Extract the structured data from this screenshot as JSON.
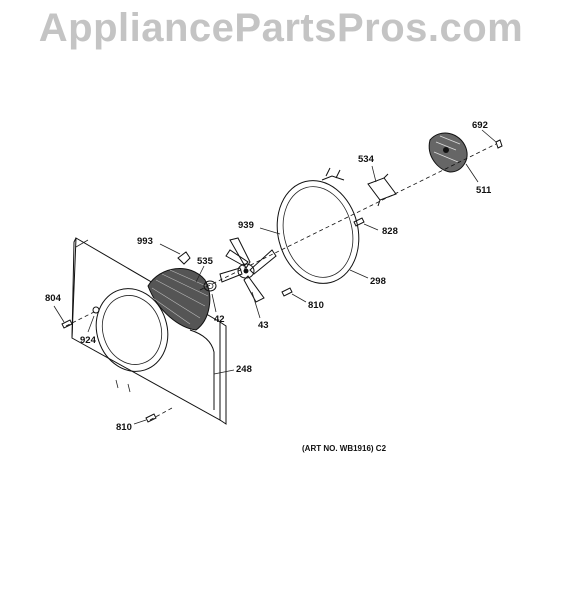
{
  "watermark": "AppliancePartsPros.com",
  "art_number": "(ART NO. WB1916) C2",
  "parts": [
    {
      "id": "692"
    },
    {
      "id": "534"
    },
    {
      "id": "511"
    },
    {
      "id": "828"
    },
    {
      "id": "939"
    },
    {
      "id": "993"
    },
    {
      "id": "535"
    },
    {
      "id": "298"
    },
    {
      "id": "804"
    },
    {
      "id": "42"
    },
    {
      "id": "810"
    },
    {
      "id": "43"
    },
    {
      "id": "924"
    },
    {
      "id": "248"
    },
    {
      "id": "810"
    }
  ]
}
